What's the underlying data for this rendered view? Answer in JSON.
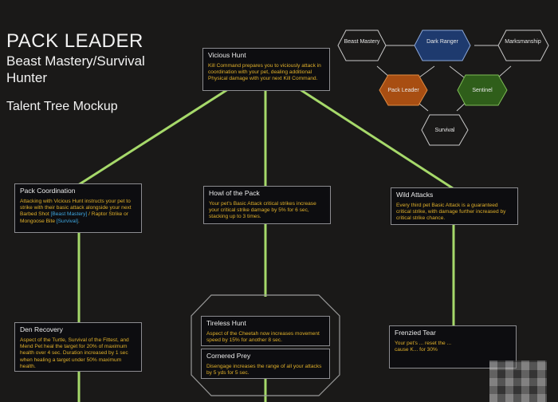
{
  "header": {
    "title": "PACK LEADER",
    "subtitle": "Beast Mastery/Survival Hunter",
    "note": "Talent Tree Mockup"
  },
  "hero_chart": {
    "beast_mastery": "Beast Mastery",
    "dark_ranger": "Dark Ranger",
    "marksmanship": "Marksmanship",
    "pack_leader": "Pack Leader",
    "sentinel": "Sentinel",
    "survival": "Survival"
  },
  "colors": {
    "line": "#a6d96a",
    "dark_ranger": "#1e3a6e",
    "pack_leader": "#a84e12",
    "sentinel": "#2f5e1a",
    "desc_text": "#e0b02a",
    "highlight_text": "#3fa7e0"
  },
  "talents": {
    "vicious_hunt": {
      "name": "Vicious Hunt",
      "desc": "Kill Command prepares you to viciously attack in coordination with your pet, dealing additional Physical damage with your next Kill Command."
    },
    "pack_coordination": {
      "name": "Pack Coordination",
      "desc_a": "Attacking with Vicious Hunt instructs your pet to strike with their basic attack alongside your next Barbed Shot ",
      "desc_bm": "[Beast Mastery]",
      "desc_b": " / Raptor Strike or Mongoose Bite ",
      "desc_sv": "[Survival]",
      "desc_c": "."
    },
    "howl_of_the_pack": {
      "name": "Howl of the Pack",
      "desc": "Your pet's Basic Attack critical strikes increase your critical strike damage by 5% for 6 sec, stacking up to 3 times."
    },
    "wild_attacks": {
      "name": "Wild Attacks",
      "desc": "Every third pet Basic Attack is a guaranteed critical strike, with damage further increased by critical strike chance."
    },
    "den_recovery": {
      "name": "Den Recovery",
      "desc": "Aspect of the Turtle, Survival of the Fittest, and Mend Pet heal the target for 20% of maximum health over 4 sec. Duration increased by 1 sec when healing a target under 50% maximum health."
    },
    "tireless_hunt": {
      "name": "Tireless Hunt",
      "desc": "Aspect of the Cheetah now increases movement speed by 15% for another 8 sec."
    },
    "cornered_prey": {
      "name": "Cornered Prey",
      "desc": "Disengage increases the range of all your attacks by 5 yds for 5 sec."
    },
    "frenzied_tear": {
      "name": "Frenzied Tear",
      "desc": "Your pet's ... reset the ... cause K... for 30%"
    }
  }
}
